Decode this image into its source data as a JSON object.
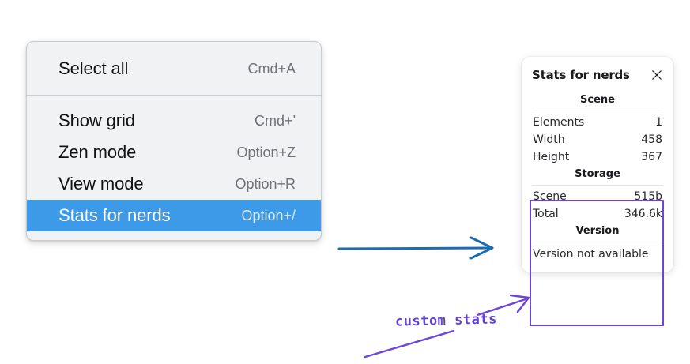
{
  "context_menu": {
    "groups": [
      {
        "items": [
          {
            "label": "Select all",
            "shortcut": "Cmd+A",
            "selected": false
          }
        ]
      },
      {
        "items": [
          {
            "label": "Show grid",
            "shortcut": "Cmd+'",
            "selected": false
          },
          {
            "label": "Zen mode",
            "shortcut": "Option+Z",
            "selected": false
          },
          {
            "label": "View mode",
            "shortcut": "Option+R",
            "selected": false
          },
          {
            "label": "Stats for nerds",
            "shortcut": "Option+/",
            "selected": true
          }
        ]
      }
    ],
    "highlight_color": "#3d9ae8",
    "background_color": "#f1f2f4"
  },
  "stats_panel": {
    "title": "Stats for nerds",
    "close_icon": "close-icon",
    "sections": [
      {
        "heading": "Scene",
        "rows": [
          {
            "key": "Elements",
            "value": "1"
          },
          {
            "key": "Width",
            "value": "458"
          },
          {
            "key": "Height",
            "value": "367"
          }
        ]
      },
      {
        "heading": "Storage",
        "rows": [
          {
            "key": "Scene",
            "value": "515b"
          },
          {
            "key": "Total",
            "value": "346.6k"
          }
        ]
      },
      {
        "heading": "Version",
        "plain_rows": [
          "Version not available"
        ]
      }
    ]
  },
  "annotations": {
    "blue_arrow": {
      "color": "#1b6cb0"
    },
    "purple_arrow": {
      "color": "#6f45d8"
    },
    "handwriting": {
      "text": "custom stats",
      "color": "#6242cf"
    },
    "highlight_box": {
      "color": "#6f45d8"
    }
  }
}
